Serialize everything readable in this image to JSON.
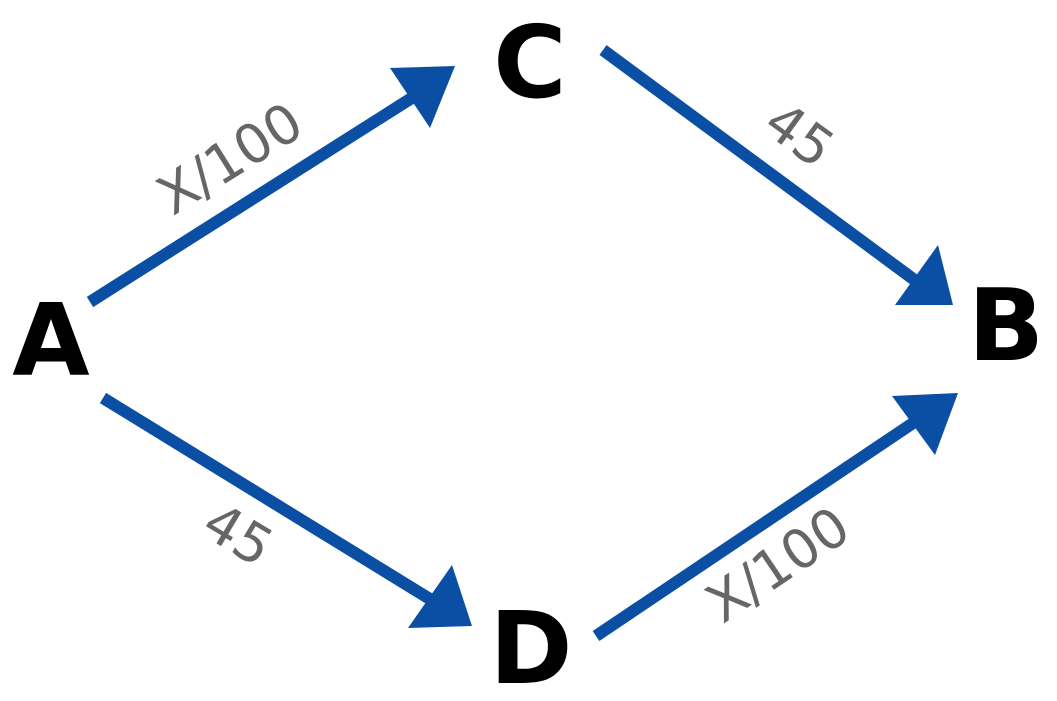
{
  "colors": {
    "edge": "#0a4fa3",
    "node_text": "#000000",
    "edge_label_text": "#666666"
  },
  "nodes": {
    "a": "A",
    "b": "B",
    "c": "C",
    "d": "D"
  },
  "edges": {
    "a_c": {
      "from": "A",
      "to": "C",
      "label": "X/100"
    },
    "c_b": {
      "from": "C",
      "to": "B",
      "label": "45"
    },
    "a_d": {
      "from": "A",
      "to": "D",
      "label": "45"
    },
    "d_b": {
      "from": "D",
      "to": "B",
      "label": "X/100"
    }
  }
}
